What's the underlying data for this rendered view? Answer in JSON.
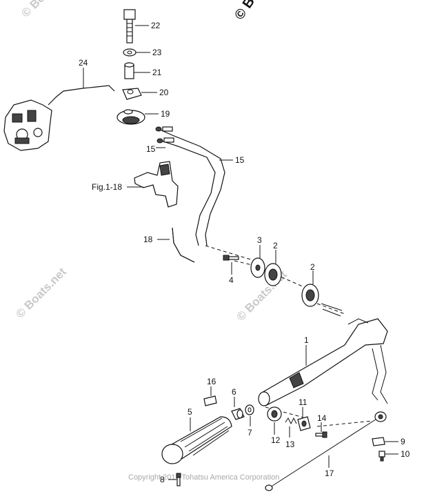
{
  "watermarks": {
    "top": "© Boats.net",
    "left": "© Boats.net",
    "center": "© Boats.net",
    "left_top": "© Boats.net",
    "copyright": "Copyright 2018 Tohatsu America Corporation"
  },
  "callouts": {
    "c22": "22",
    "c23": "23",
    "c21": "21",
    "c20": "20",
    "c19": "19",
    "c24": "24",
    "c15a": "15",
    "c15b": "15",
    "fig": "Fig.1-18",
    "c18": "18",
    "c3": "3",
    "c2a": "2",
    "c2b": "2",
    "c4": "4",
    "c1": "1",
    "c16": "16",
    "c6": "6",
    "c5": "5",
    "c7": "7",
    "c11": "11",
    "c12": "12",
    "c13": "13",
    "c14": "14",
    "c9": "9",
    "c10": "10",
    "c17": "17",
    "c8": "8"
  }
}
